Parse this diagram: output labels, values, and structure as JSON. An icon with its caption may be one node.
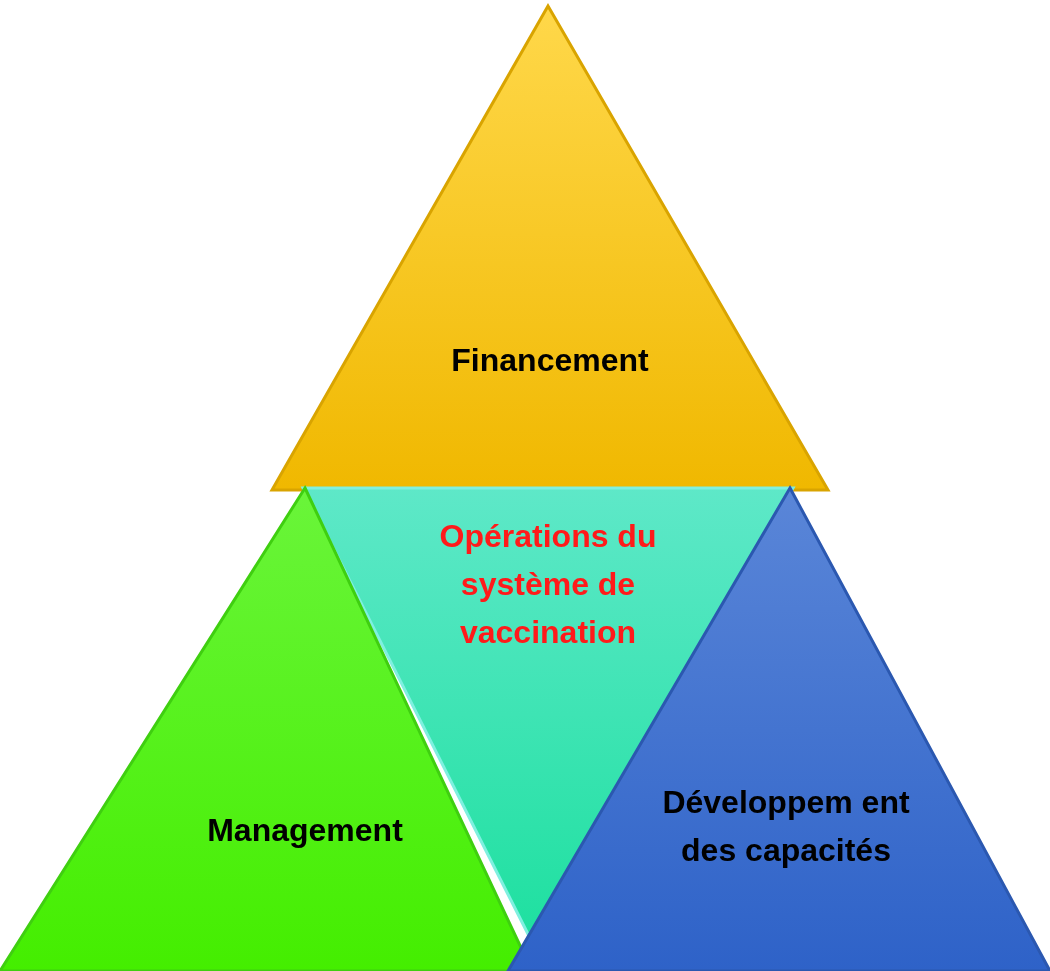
{
  "diagram": {
    "nodes": [
      {
        "text": [
          "Financement"
        ]
      },
      {
        "text": [
          "Opérations du système de vaccination"
        ]
      },
      {
        "text": [
          "Management"
        ]
      },
      {
        "text": [
          "Développem ent des capacités"
        ]
      }
    ]
  }
}
